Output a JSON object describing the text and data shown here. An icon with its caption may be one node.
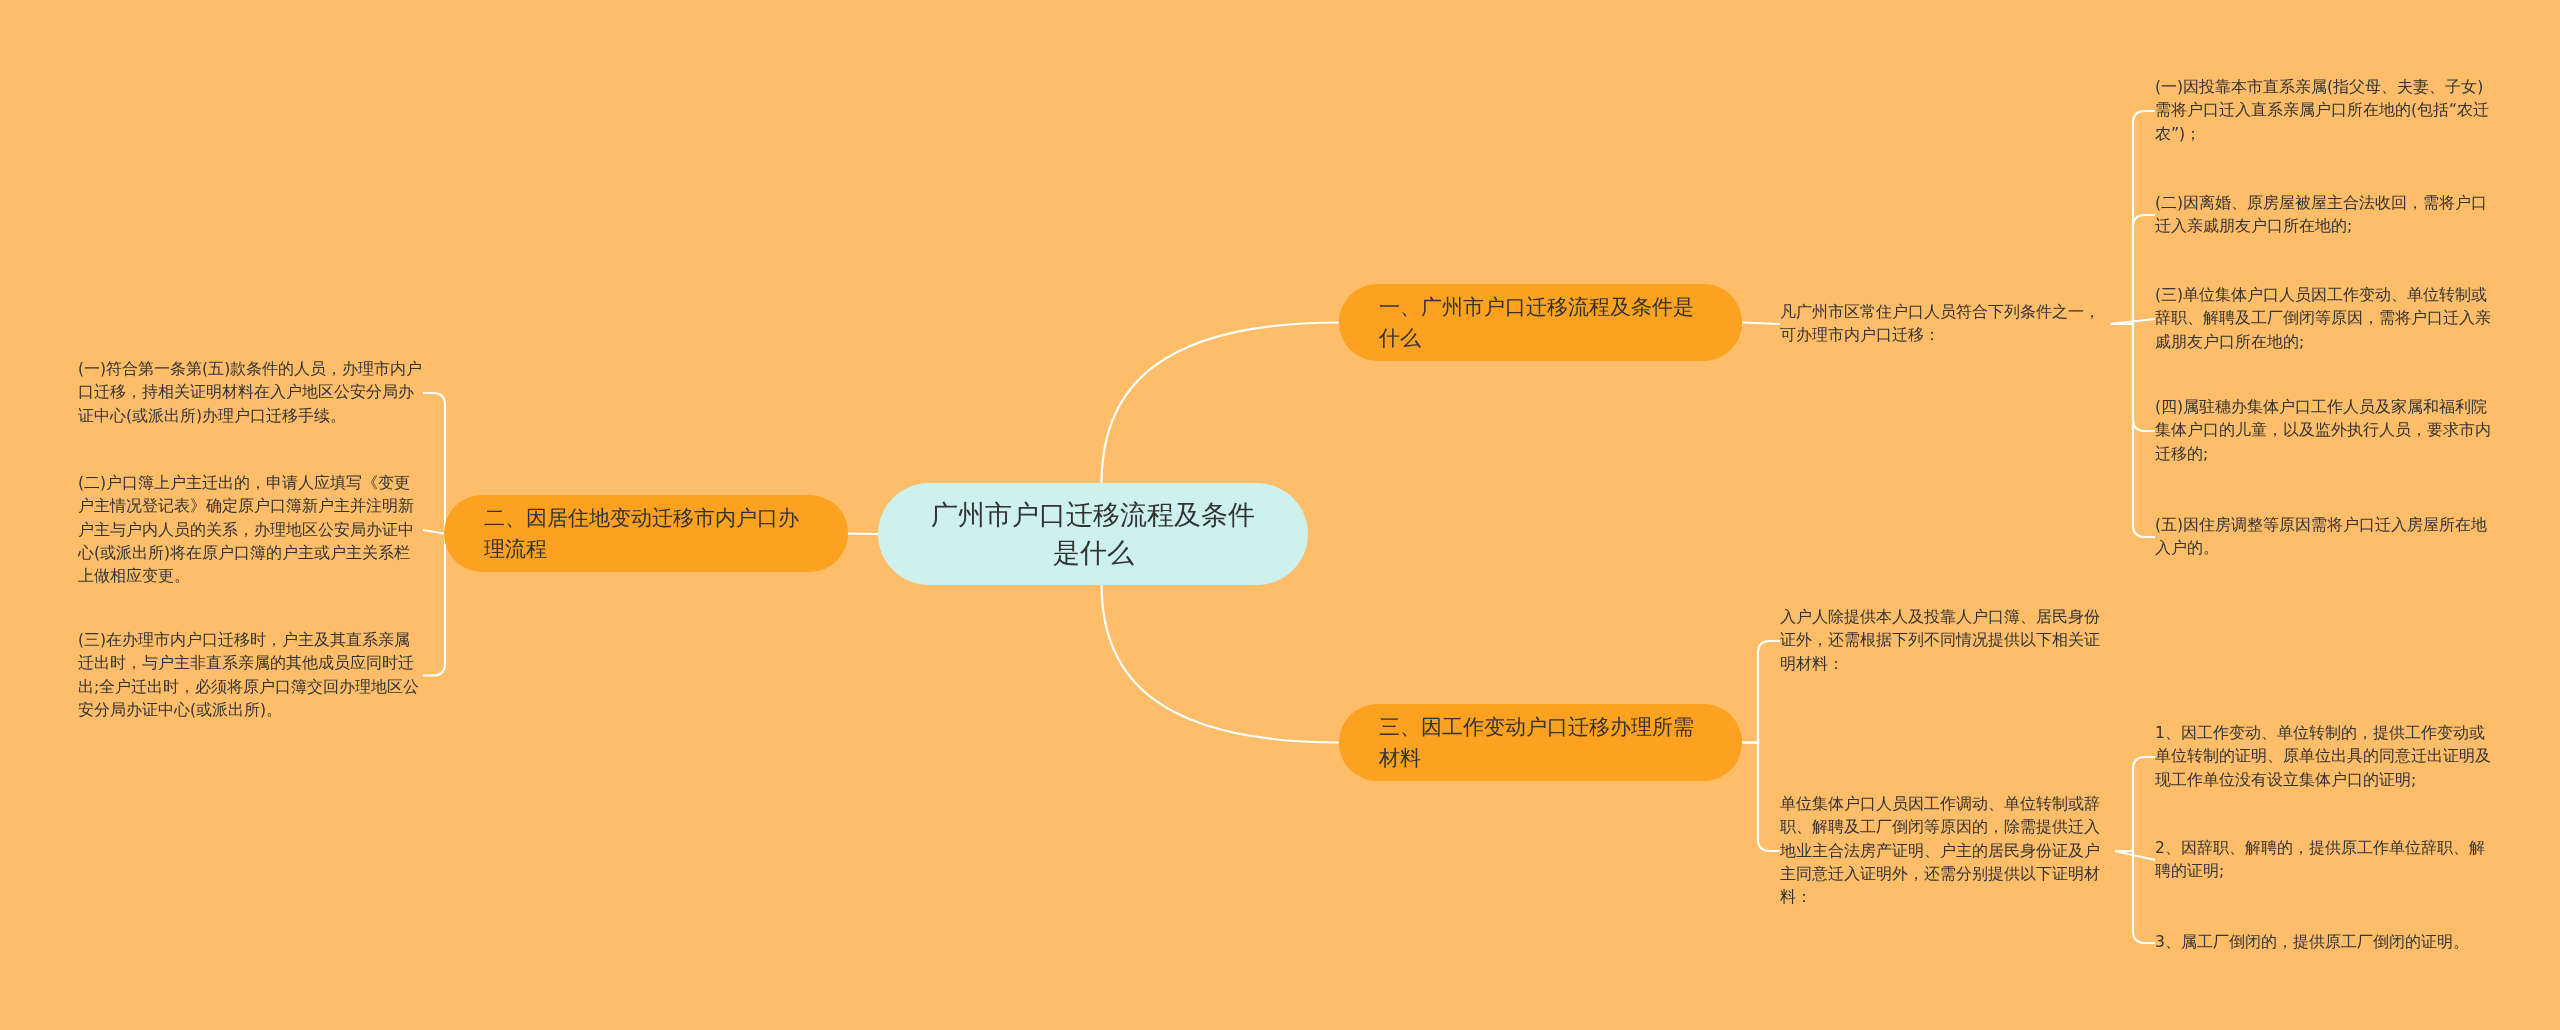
{
  "diagram": {
    "nodes": [
      {
        "text": [
          "广州市户口迁移流程及条件是什么"
        ]
      },
      {
        "text": [
          "一、广州市户口迁移流程及条件是什么"
        ]
      },
      {
        "text": [
          "凡广州市区常住户口人员符合下列条件之一，可办理市内户口迁移："
        ]
      },
      {
        "text": [
          "(一)因投靠本市直系亲属(指父母、夫妻、子女)需将户口迁入直系亲属户口所在地的(包括“农迁农”)；"
        ]
      },
      {
        "text": [
          "(二)因离婚、原房屋被屋主合法收回，需将户口迁入亲戚朋友户口所在地的;"
        ]
      },
      {
        "text": [
          "(三)单位集体户口人员因工作变动、单位转制或辞职、解聘及工厂倒闭等原因，需将户口迁入亲戚朋友户口所在地的;"
        ]
      },
      {
        "text": [
          "(四)属驻穗办集体户口工作人员及家属和福利院集体户口的儿童，以及监外执行人员，要求市内迁移的;"
        ]
      },
      {
        "text": [
          "(五)因住房调整等原因需将户口迁入房屋所在地入户的。"
        ]
      },
      {
        "text": [
          "三、因工作变动户口迁移办理所需材料"
        ]
      },
      {
        "text": [
          "入户人除提供本人及投靠人户口簿、居民身份证外，还需根据下列不同情况提供以下相关证明材料："
        ]
      },
      {
        "text": [
          "单位集体户口人员因工作调动、单位转制或辞职、解聘及工厂倒闭等原因的，除需提供迁入地业主合法房产证明、户主的居民身份证及户主同意迁入证明外，还需分别提供以下证明材料："
        ]
      },
      {
        "text": [
          "1、因工作变动、单位转制的，提供工作变动或单位转制的证明、原单位出具的同意迁出证明及现工作单位没有设立集体户口的证明;"
        ]
      },
      {
        "text": [
          "2、因辞职、解聘的，提供原工作单位辞职、解聘的证明;"
        ]
      },
      {
        "text": [
          "3、属工厂倒闭的，提供原工厂倒闭的证明。"
        ]
      },
      {
        "text": [
          "二、因居住地变动迁移市内户口办理流程"
        ]
      },
      {
        "text": [
          "(一)符合第一条第(五)款条件的人员，办理市内户口迁移，持相关证明材料在入户地区公安分局办证中心(或派出所)办理户口迁移手续。"
        ]
      },
      {
        "text": [
          "(二)户口簿上户主迁出的，申请人应填写《变更户主情况登记表》确定原户口簿新户主并注明新户主与户内人员的关系，办理地区公安局办证中心(或派出所)将在原户口簿的户主或户主关系栏上做相应变更。"
        ]
      },
      {
        "text": [
          "(三)在办理市内户口迁移时，户主及其直系亲属迁出时，与户主非直系亲属的其他成员应同时迁出;全户迁出时，必须将原户口簿交回办理地区公安分局办证中心(或派出所)。"
        ]
      }
    ],
    "edges": [
      {
        "from": 0,
        "to": 1,
        "arrow": "none"
      },
      {
        "from": 1,
        "to": 2,
        "arrow": "none"
      },
      {
        "from": 2,
        "to": 3,
        "arrow": "none"
      },
      {
        "from": 2,
        "to": 4,
        "arrow": "none"
      },
      {
        "from": 2,
        "to": 5,
        "arrow": "none"
      },
      {
        "from": 2,
        "to": 6,
        "arrow": "none"
      },
      {
        "from": 2,
        "to": 7,
        "arrow": "none"
      },
      {
        "from": 0,
        "to": 8,
        "arrow": "none"
      },
      {
        "from": 8,
        "to": 9,
        "arrow": "none"
      },
      {
        "from": 8,
        "to": 10,
        "arrow": "none"
      },
      {
        "from": 10,
        "to": 11,
        "arrow": "none"
      },
      {
        "from": 10,
        "to": 12,
        "arrow": "none"
      },
      {
        "from": 10,
        "to": 13,
        "arrow": "none"
      },
      {
        "from": 0,
        "to": 14,
        "arrow": "none"
      },
      {
        "from": 14,
        "to": 15,
        "arrow": "none"
      },
      {
        "from": 14,
        "to": 16,
        "arrow": "none"
      },
      {
        "from": 14,
        "to": 17,
        "arrow": "none"
      }
    ]
  }
}
